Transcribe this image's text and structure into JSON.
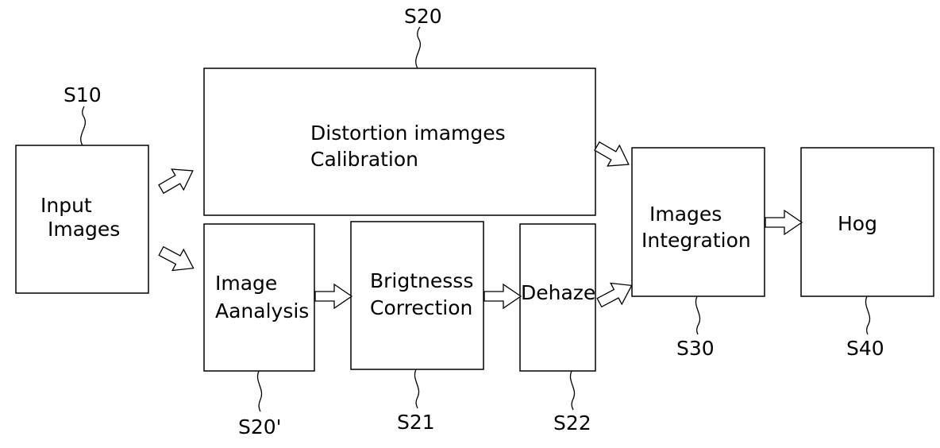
{
  "nodes": {
    "input": {
      "ref": "S10",
      "line1": "Input",
      "line2": "Images"
    },
    "distortion": {
      "ref": "S20",
      "line1": "Distortion imamges",
      "line2": "Calibration"
    },
    "analysis": {
      "ref": "S20'",
      "line1": "Image",
      "line2": "Aanalysis"
    },
    "brightness": {
      "ref": "S21",
      "line1": "Brigtnesss",
      "line2": "Correction"
    },
    "dehaze": {
      "ref": "S22",
      "line1": "Dehaze"
    },
    "integration": {
      "ref": "S30",
      "line1": "Images",
      "line2": "Integration"
    },
    "hog": {
      "ref": "S40",
      "line1": "Hog"
    }
  },
  "colors": {
    "stroke": "#000000",
    "fill": "#ffffff"
  }
}
